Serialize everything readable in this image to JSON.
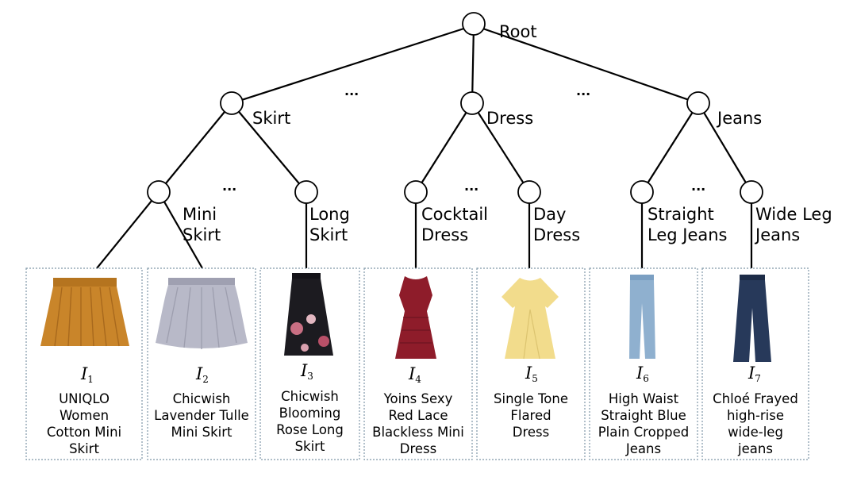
{
  "tree": {
    "root": {
      "label": "Root"
    },
    "categories": [
      {
        "key": "skirt",
        "label": "Skirt",
        "subcategories": [
          {
            "key": "mini-skirt",
            "label_lines": [
              "Mini",
              "Skirt"
            ]
          },
          {
            "key": "long-skirt",
            "label_lines": [
              "Long",
              "Skirt"
            ]
          }
        ]
      },
      {
        "key": "dress",
        "label": "Dress",
        "subcategories": [
          {
            "key": "cocktail-dress",
            "label_lines": [
              "Cocktail",
              "Dress"
            ]
          },
          {
            "key": "day-dress",
            "label_lines": [
              "Day",
              "Dress"
            ]
          }
        ]
      },
      {
        "key": "jeans",
        "label": "Jeans",
        "subcategories": [
          {
            "key": "straight-leg-jeans",
            "label_lines": [
              "Straight",
              "Leg Jeans"
            ]
          },
          {
            "key": "wide-leg-jeans",
            "label_lines": [
              "Wide Leg",
              "Jeans"
            ]
          }
        ]
      }
    ],
    "ellipsis": "..."
  },
  "items": [
    {
      "id_letter": "I",
      "id_sub": "1",
      "caption_lines": [
        "UNIQLO",
        "Women",
        "Cotton Mini",
        "Skirt"
      ],
      "image": "mustard-pleated-mini-skirt",
      "color": "#c9852a"
    },
    {
      "id_letter": "I",
      "id_sub": "2",
      "caption_lines": [
        "Chicwish",
        "Lavender Tulle",
        "Mini Skirt"
      ],
      "image": "lavender-tulle-skirt",
      "color": "#b8b9c8"
    },
    {
      "id_letter": "I",
      "id_sub": "3",
      "caption_lines": [
        "Chicwish",
        "Blooming",
        "Rose Long",
        "Skirt"
      ],
      "image": "black-floral-midi-skirt",
      "color": "#1c1b20"
    },
    {
      "id_letter": "I",
      "id_sub": "4",
      "caption_lines": [
        "Yoins Sexy",
        "Red Lace",
        "Blackless Mini",
        "Dress"
      ],
      "image": "red-lace-mini-dress",
      "color": "#8e1c2a"
    },
    {
      "id_letter": "I",
      "id_sub": "5",
      "caption_lines": [
        "Single Tone",
        "Flared",
        "Dress"
      ],
      "image": "yellow-flared-dress",
      "color": "#f2dc8c"
    },
    {
      "id_letter": "I",
      "id_sub": "6",
      "caption_lines": [
        "High Waist",
        "Straight Blue",
        "Plain Cropped",
        "Jeans"
      ],
      "image": "light-blue-straight-jeans",
      "color": "#8fb0cf"
    },
    {
      "id_letter": "I",
      "id_sub": "7",
      "caption_lines": [
        "Chloé Frayed",
        "high-rise",
        "wide-leg",
        "jeans"
      ],
      "image": "dark-wide-leg-jeans",
      "color": "#27395a"
    }
  ]
}
